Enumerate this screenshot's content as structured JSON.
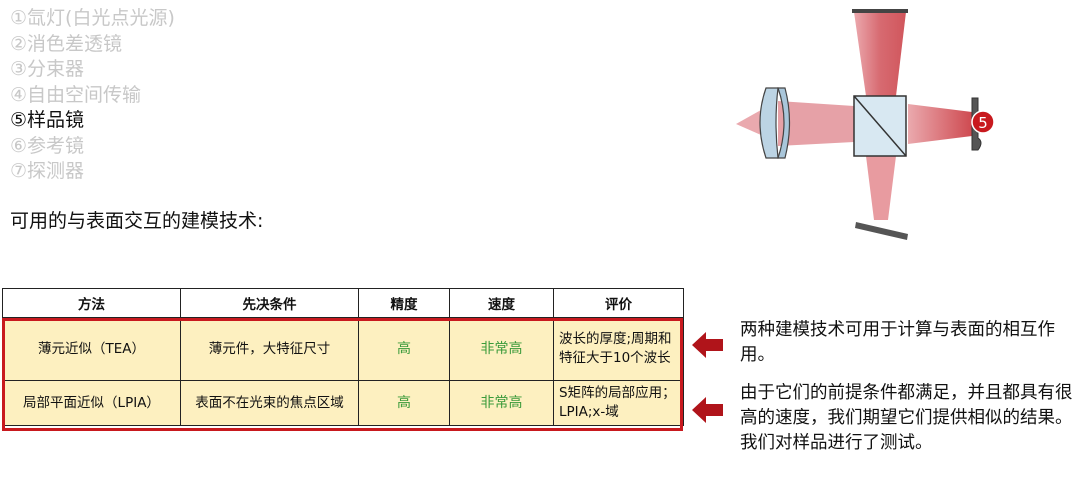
{
  "steps": [
    {
      "label": "①氙灯(白光点光源)",
      "active": false
    },
    {
      "label": "②消色差透镜",
      "active": false
    },
    {
      "label": "③分束器",
      "active": false
    },
    {
      "label": "④自由空间传输",
      "active": false
    },
    {
      "label": "⑤样品镜",
      "active": true
    },
    {
      "label": "⑥参考镜",
      "active": false
    },
    {
      "label": "⑦探测器",
      "active": false
    }
  ],
  "heading": "可用的与表面交互的建模技术:",
  "table": {
    "headers": [
      "方法",
      "先决条件",
      "精度",
      "速度",
      "评价"
    ],
    "rows": [
      {
        "method": "薄元近似（TEA）",
        "prereq": "薄元件，大特征尺寸",
        "accuracy": "高",
        "speed": "非常高",
        "comment": "波长的厚度;周期和特征大于10个波长"
      },
      {
        "method": "局部平面近似（LPIA）",
        "prereq": "表面不在光束的焦点区域",
        "accuracy": "高",
        "speed": "非常高",
        "comment": "S矩阵的局部应用；LPIA;x-域"
      }
    ]
  },
  "notes": [
    "两种建模技术可用于计算与表面的相互作用。",
    "由于它们的前提条件都满足，并且都具有很高的速度，我们期望它们提供相似的结果。我们对样品进行了测试。"
  ],
  "diagram": {
    "marker_label": "5"
  },
  "colors": {
    "accent_red": "#c8191e",
    "beam_red": "#d0454a",
    "table_fill": "#fdf0c0",
    "good_green": "#3a9a3a",
    "dim_text": "#c8c8c8"
  }
}
